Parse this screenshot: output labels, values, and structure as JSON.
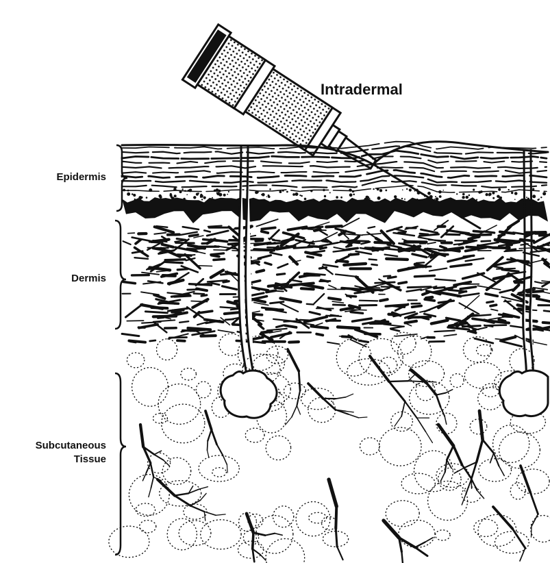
{
  "title": "Intradermal",
  "layers": [
    {
      "key": "epidermis",
      "label": "Epidermis"
    },
    {
      "key": "dermis",
      "label": "Dermis"
    },
    {
      "key": "subcutaneous",
      "label_line1": "Subcutaneous",
      "label_line2": "Tissue"
    }
  ],
  "colors": {
    "ink": "#111111",
    "background": "#ffffff"
  },
  "icons": {
    "syringe": "syringe-icon",
    "needle": "needle-icon"
  }
}
